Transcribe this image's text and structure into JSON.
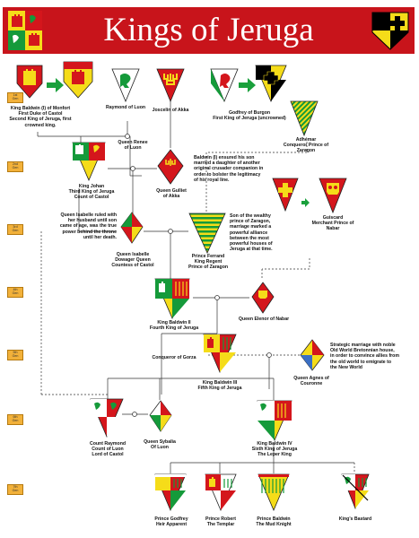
{
  "title": "Kings of Jeruga",
  "generations": [
    {
      "line1": "1st",
      "line2": "Gen"
    },
    {
      "line1": "2nd",
      "line2": "Gen"
    },
    {
      "line1": "3rd",
      "line2": "Gen"
    },
    {
      "line1": "4th",
      "line2": "Gen"
    },
    {
      "line1": "5th",
      "line2": "Gen"
    },
    {
      "line1": "6th",
      "line2": "Gen"
    },
    {
      "line1": "7th",
      "line2": "Gen"
    }
  ],
  "people": {
    "baldwin1": [
      "King Baldwin (I) of Monfort",
      "First Duke of Castol",
      "Second King of Jeruga, first",
      "crowned king."
    ],
    "raymond_luon": [
      "Raymond of Luon"
    ],
    "joscelin": [
      "Joscelin of Akka"
    ],
    "godfrey": [
      "Godfrey of Burgon",
      "First King of Jeruga (uncrowned)"
    ],
    "renee": [
      "Queen Renee",
      "of Luon"
    ],
    "adhemar": [
      "Adhémar",
      "Conqueror Prince of",
      "Zaragon"
    ],
    "johan": [
      "King Johan",
      "Third King of Jeruga",
      "Count of Castol"
    ],
    "gulliet": [
      "Queen Gulliet",
      "of Akka"
    ],
    "guiscard": [
      "Guiscard",
      "Merchant Prince of",
      "Nabar"
    ],
    "isabelle": [
      "Queen Isabelle",
      "Dowager Queen",
      "Countess of Castol"
    ],
    "ferrand": [
      "Prince Ferrand",
      "King Regent",
      "Prince of Zaragon"
    ],
    "baldwin2": [
      "King Baldwin II",
      "Fourth King of Jeruga"
    ],
    "elenor": [
      "Queen Elenor of Nabar"
    ],
    "gorza": [
      "Conqueror of Gorza"
    ],
    "baldwin3": [
      "King Baldwin III",
      "Fifth King of Jeruga"
    ],
    "agnes": [
      "Queen Agnes of",
      "Couronne"
    ],
    "count_raymond": [
      "Count Raymond",
      "Count of Luon",
      "Lord of Castol"
    ],
    "sybalia": [
      "Queen Sybalia",
      "Of Luon"
    ],
    "baldwin4": [
      "King Baldwin IV",
      "Sixth King of Jeruga",
      "The Leper King"
    ],
    "godfrey_jr": [
      "Prince Godfrey",
      "Heir Apparent"
    ],
    "robert": [
      "Prince Robert",
      "The Templar"
    ],
    "baldwin_mud": [
      "Prince Baldwin",
      "The Mud Knight"
    ],
    "bastard": [
      "King's Bastard"
    ]
  },
  "notes": {
    "baldwin_note": [
      "Baldwin (I) ensured his son",
      "married a daughter of another",
      "original crusader companion in",
      "order to bolster the legitimacy",
      "of his royal line."
    ],
    "isabelle_note": [
      "Queen Isabelle ruled with",
      "her husband until son",
      "came of age, was the true",
      "power behind the throne",
      "until her death."
    ],
    "ferrand_note": [
      "Son of the wealthy",
      "prince of Zaragon,",
      "marriage marked a",
      "powerful alliance",
      "between the most",
      "powerful houses of",
      "Jeruga at that time."
    ],
    "agnes_note": [
      "Strategic marriage with noble",
      "Old World Bretonnian house,",
      "in order to convince allies from",
      "the old world to emigrate to",
      "the New World"
    ]
  },
  "colors": {
    "banner": "#c8141b",
    "red": "#d4161c",
    "yellow": "#f5dc19",
    "green": "#159a3a",
    "white": "#ffffff",
    "black": "#000000",
    "gen_badge": "#f2b13a"
  },
  "icons": [
    "shield-icon",
    "castle-icon",
    "lion-icon",
    "antlers-icon",
    "skull-icon",
    "cross-icon",
    "arrow-icon"
  ]
}
